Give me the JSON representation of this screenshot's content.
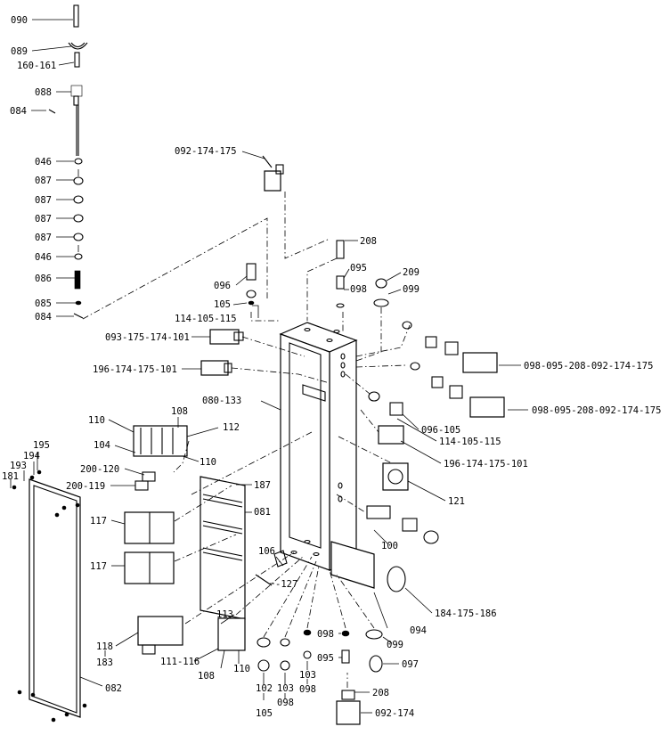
{
  "labels": {
    "l090": "090",
    "l089": "089",
    "l160": "160-161",
    "l088": "088",
    "l084a": "084",
    "l046a": "046",
    "l087a": "087",
    "l087b": "087",
    "l087c": "087",
    "l087d": "087",
    "l046b": "046",
    "l086": "086",
    "l085": "085",
    "l084b": "084",
    "l092a": "092-174-175",
    "l208a": "208",
    "l095a": "095",
    "l098a": "098",
    "l209": "209",
    "l099a": "099",
    "l096": "096",
    "l105a": "105",
    "l114a": "114-105-115",
    "l093": "093-175-174-101",
    "l196a": "196-174-175-101",
    "l098b": "098-095-208-092-174-175",
    "l098c": "098-095-208-092-174-175",
    "l080": "080-133",
    "l096b": "096-105",
    "l114b": "114-105-115",
    "l196b": "196-174-175-101",
    "l110a": "110",
    "l108a": "108",
    "l112": "112",
    "l104": "104",
    "l110b": "110",
    "l200a": "200-120",
    "l200b": "200-119",
    "l195": "195",
    "l194": "194",
    "l193": "193",
    "l181": "181",
    "l187": "187",
    "l121": "121",
    "l117a": "117",
    "l081": "081",
    "l117b": "117",
    "l106": "106",
    "l127": "-127",
    "l100": "100",
    "l184": "184-175-186",
    "l113": "113",
    "l118": "118",
    "l183": "183",
    "l111": "111-116",
    "l110c": "110",
    "l108b": "108",
    "l094": "094",
    "l098d": "098",
    "l099b": "099",
    "l095b": "095",
    "l097": "097",
    "l102": "102",
    "l105b": "105",
    "l103a": "103",
    "l098e": "098",
    "l103b": "103",
    "l098f": "098",
    "l082": "082",
    "l208b": "208",
    "l092b": "092-174"
  }
}
